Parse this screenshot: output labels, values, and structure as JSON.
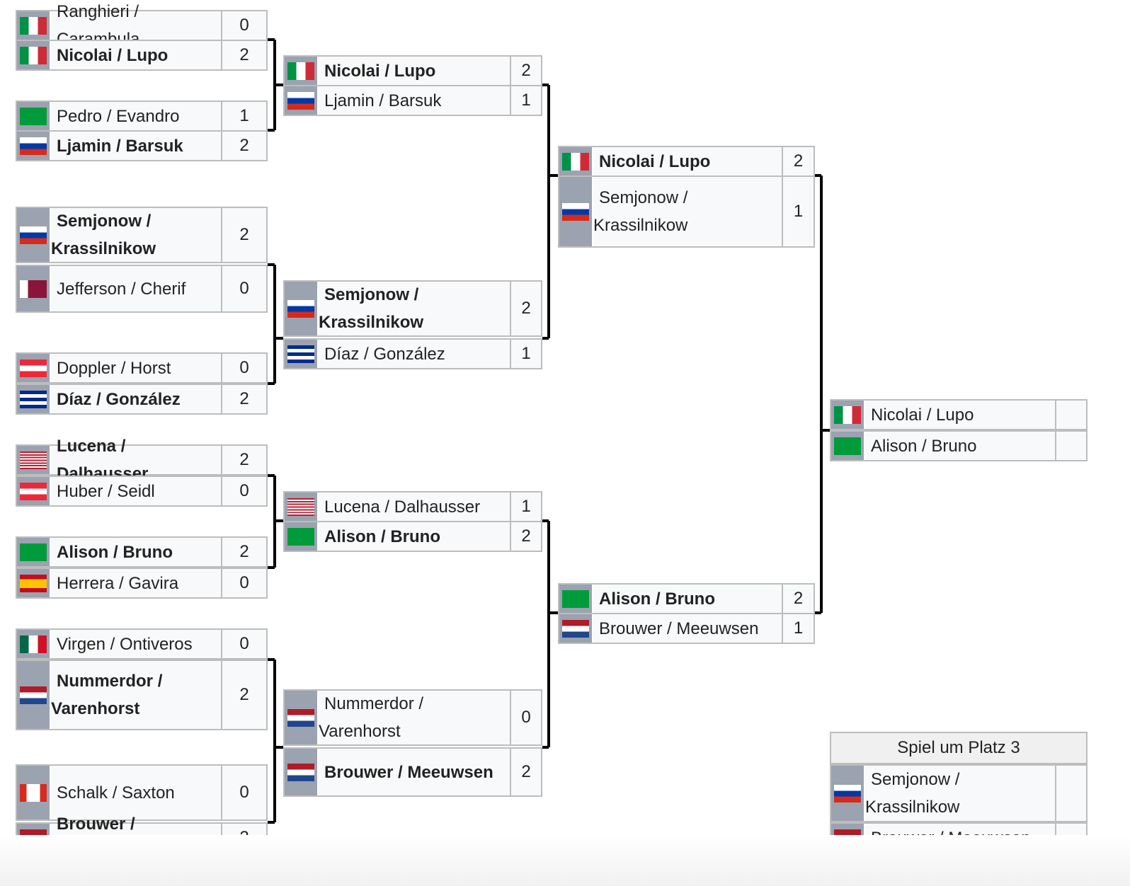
{
  "round1": [
    {
      "top": {
        "name": "Ranghieri / Carambula",
        "flag": "it",
        "score": "0",
        "winner": false
      },
      "bottom": {
        "name": "Nicolai / Lupo",
        "flag": "it",
        "score": "2",
        "winner": true
      }
    },
    {
      "top": {
        "name": "Pedro / Evandro",
        "flag": "br",
        "score": "1",
        "winner": false
      },
      "bottom": {
        "name": "Ljamin / Barsuk",
        "flag": "ru",
        "score": "2",
        "winner": true
      }
    },
    {
      "top": {
        "name": "Semjonow / Krassilnikow",
        "line1": "Semjonow /",
        "line2": "Krassilnikow",
        "flag": "ru",
        "score": "2",
        "winner": true
      },
      "bottom": {
        "name": "Jefferson / Cherif",
        "flag": "qa",
        "score": "0",
        "winner": false
      }
    },
    {
      "top": {
        "name": "Doppler / Horst",
        "flag": "at",
        "score": "0",
        "winner": false
      },
      "bottom": {
        "name": "Díaz / González",
        "flag": "cu",
        "score": "2",
        "winner": true
      }
    },
    {
      "top": {
        "name": "Lucena / Dalhausser",
        "flag": "us",
        "score": "2",
        "winner": true
      },
      "bottom": {
        "name": "Huber / Seidl",
        "flag": "at",
        "score": "0",
        "winner": false
      }
    },
    {
      "top": {
        "name": "Alison / Bruno",
        "flag": "br",
        "score": "2",
        "winner": true
      },
      "bottom": {
        "name": "Herrera / Gavira",
        "flag": "es",
        "score": "0",
        "winner": false
      }
    },
    {
      "top": {
        "name": "Virgen / Ontiveros",
        "flag": "mx",
        "score": "0",
        "winner": false
      },
      "bottom": {
        "name": "Nummerdor / Varenhorst",
        "line1": "Nummerdor /",
        "line2": "Varenhorst",
        "flag": "nl",
        "score": "2",
        "winner": true
      }
    },
    {
      "top": {
        "name": "Schalk / Saxton",
        "flag": "ca",
        "score": "0",
        "winner": false
      },
      "bottom": {
        "name": "Brouwer / Meeuwsen",
        "flag": "nl",
        "score": "2",
        "winner": true
      }
    }
  ],
  "quarterfinals": [
    {
      "top": {
        "name": "Nicolai / Lupo",
        "flag": "it",
        "score": "2",
        "winner": true
      },
      "bottom": {
        "name": "Ljamin / Barsuk",
        "flag": "ru",
        "score": "1",
        "winner": false
      }
    },
    {
      "top": {
        "name": "Semjonow / Krassilnikow",
        "line1": "Semjonow /",
        "line2": "Krassilnikow",
        "flag": "ru",
        "score": "2",
        "winner": true
      },
      "bottom": {
        "name": "Díaz / González",
        "flag": "cu",
        "score": "1",
        "winner": false
      }
    },
    {
      "top": {
        "name": "Lucena / Dalhausser",
        "flag": "us",
        "score": "1",
        "winner": false
      },
      "bottom": {
        "name": "Alison / Bruno",
        "flag": "br",
        "score": "2",
        "winner": true
      }
    },
    {
      "top": {
        "name": "Nummerdor / Varenhorst",
        "line1": "Nummerdor /",
        "line2": "Varenhorst",
        "flag": "nl",
        "score": "0",
        "winner": false
      },
      "bottom": {
        "name": "Brouwer / Meeuwsen",
        "flag": "nl",
        "score": "2",
        "winner": true
      }
    }
  ],
  "semifinals": [
    {
      "top": {
        "name": "Nicolai / Lupo",
        "flag": "it",
        "score": "2",
        "winner": true
      },
      "bottom": {
        "name": "Semjonow / Krassilnikow",
        "line1": "Semjonow /",
        "line2": "Krassilnikow",
        "flag": "ru",
        "score": "1",
        "winner": false
      }
    },
    {
      "top": {
        "name": "Alison / Bruno",
        "flag": "br",
        "score": "2",
        "winner": true
      },
      "bottom": {
        "name": "Brouwer / Meeuwsen",
        "flag": "nl",
        "score": "1",
        "winner": false
      }
    }
  ],
  "final": {
    "top": {
      "name": "Nicolai / Lupo",
      "flag": "it",
      "score": "",
      "winner": false
    },
    "bottom": {
      "name": "Alison / Bruno",
      "flag": "br",
      "score": "",
      "winner": false
    }
  },
  "third_place": {
    "title": "Spiel um Platz 3",
    "top": {
      "name": "Semjonow / Krassilnikow",
      "line1": "Semjonow /",
      "line2": "Krassilnikow",
      "flag": "ru",
      "score": "",
      "winner": false
    },
    "bottom": {
      "name": "Brouwer / Meeuwsen",
      "flag": "nl",
      "score": "",
      "winner": false
    }
  },
  "colors": {
    "flag_cell": "#9ba2b0",
    "cell_bg": "#f8f9fa",
    "border": "#bdbdbd",
    "connector": "#000000",
    "header_bg": "#f0f0f0"
  }
}
